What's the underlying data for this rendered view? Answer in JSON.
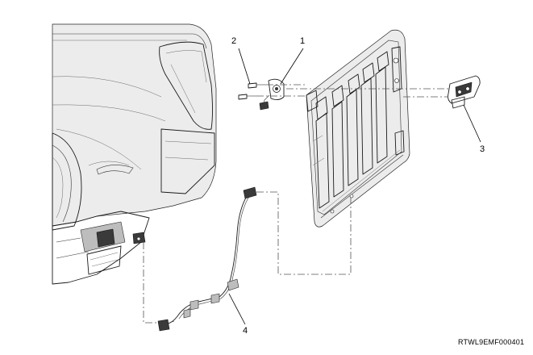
{
  "figure_id": "RTWL9EMF000401",
  "callouts": [
    {
      "label": "1"
    },
    {
      "label": "2"
    },
    {
      "label": "3"
    },
    {
      "label": "4"
    }
  ]
}
